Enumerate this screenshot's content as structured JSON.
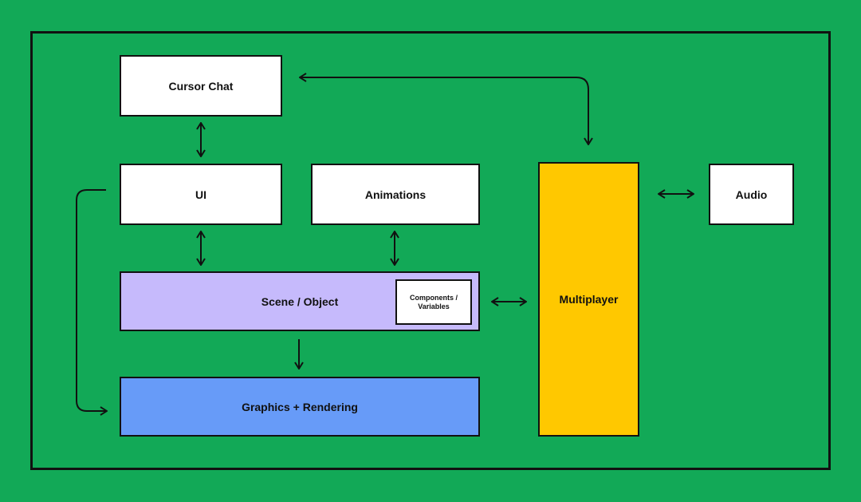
{
  "diagram": {
    "nodes": {
      "cursor_chat": "Cursor Chat",
      "ui": "UI",
      "animations": "Animations",
      "scene_object": "Scene / Object",
      "components_variables": "Components / Variables",
      "graphics_rendering": "Graphics + Rendering",
      "multiplayer": "Multiplayer",
      "audio": "Audio"
    },
    "connections": [
      {
        "from": "Cursor Chat",
        "to": "UI",
        "direction": "bidirectional"
      },
      {
        "from": "Cursor Chat",
        "to": "Multiplayer",
        "direction": "bidirectional"
      },
      {
        "from": "UI",
        "to": "Scene / Object",
        "direction": "bidirectional"
      },
      {
        "from": "Animations",
        "to": "Scene / Object",
        "direction": "bidirectional"
      },
      {
        "from": "Scene / Object",
        "to": "Multiplayer",
        "direction": "bidirectional"
      },
      {
        "from": "Multiplayer",
        "to": "Audio",
        "direction": "bidirectional"
      },
      {
        "from": "Scene / Object",
        "to": "Graphics + Rendering",
        "direction": "forward"
      },
      {
        "from": "UI",
        "to": "Graphics + Rendering",
        "direction": "forward"
      }
    ],
    "colors": {
      "background": "#12a957",
      "box_default": "#ffffff",
      "scene_object": "#c6bafc",
      "graphics_rendering": "#679bf8",
      "multiplayer": "#ffc800",
      "stroke": "#111111"
    }
  }
}
